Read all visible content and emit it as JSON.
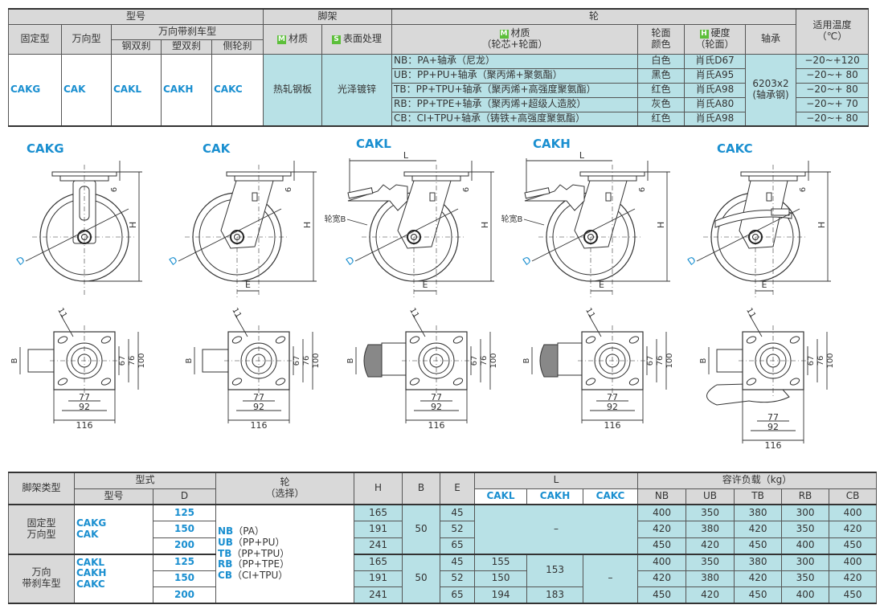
{
  "spec_table": {
    "headers": {
      "model": "型号",
      "bracket": "脚架",
      "wheel": "轮",
      "temp": "适用温度",
      "temp_unit": "（℃）",
      "fixed": "固定型",
      "swivel": "万向型",
      "swivel_brake": "万向带刹车型",
      "steel_double": "钢双刹",
      "plastic_double": "塑双刹",
      "side_brake": "侧轮刹",
      "material_badge": "M",
      "material": "材质",
      "surface_badge": "S",
      "surface": "表面处理",
      "wheel_material": "材质",
      "wheel_material_sub": "（轮芯+轮面）",
      "tread_color_1": "轮面",
      "tread_color_2": "颜色",
      "hardness_badge": "H",
      "hardness": "硬度",
      "hardness_sub": "（轮面）",
      "bearing": "轴承"
    },
    "models": [
      "CAKG",
      "CAK",
      "CAKL",
      "CAKH",
      "CAKC"
    ],
    "bracket_material": "热轧钢板",
    "bracket_surface": "光泽镀锌",
    "bearing_1": "6203x2",
    "bearing_2": "(轴承钢)",
    "wheels": [
      {
        "material": "NB：PA+轴承（尼龙）",
        "color": "白色",
        "hardness": "肖氏D67",
        "temp": "−20~+120"
      },
      {
        "material": "UB：PP+PU+轴承（聚丙烯+聚氨酯）",
        "color": "黑色",
        "hardness": "肖氏A95",
        "temp": "−20~+ 80"
      },
      {
        "material": "TB：PP+TPU+轴承（聚丙烯+高强度聚氨酯）",
        "color": "红色",
        "hardness": "肖氏A98",
        "temp": "−20~+ 80"
      },
      {
        "material": "RB：PP+TPE+轴承（聚丙烯+超级人造胶）",
        "color": "灰色",
        "hardness": "肖氏A80",
        "temp": "−20~+ 70"
      },
      {
        "material": "CB：CI+TPU+轴承（铸铁+高强度聚氨酯）",
        "color": "红色",
        "hardness": "肖氏A98",
        "temp": "−20~+ 80"
      }
    ]
  },
  "drawings": {
    "models": [
      "CAKG",
      "CAK",
      "CAKL",
      "CAKH",
      "CAKC"
    ],
    "dims": {
      "D": "D",
      "H": "H",
      "E": "E",
      "L": "L",
      "six": "6",
      "wheel_width": "轮宽B",
      "hole": "11",
      "B": "B",
      "d67": "67",
      "d76": "76",
      "d100": "100",
      "d77": "77",
      "d92": "92",
      "d116": "116"
    }
  },
  "size_table": {
    "headers": {
      "bracket_type": "脚架类型",
      "form": "型式",
      "model": "型号",
      "D": "D",
      "wheel": "轮",
      "wheel_sub": "（选择）",
      "H": "H",
      "B": "B",
      "E": "E",
      "L": "L",
      "L_models": [
        "CAKL",
        "CAKH",
        "CAKC"
      ],
      "load": "容许负载（kg）",
      "load_types": [
        "NB",
        "UB",
        "TB",
        "RB",
        "CB"
      ]
    },
    "wheel_options": [
      {
        "code": "NB",
        "desc": "（PA）"
      },
      {
        "code": "UB",
        "desc": "（PP+PU）"
      },
      {
        "code": "TB",
        "desc": "（PP+TPU）"
      },
      {
        "code": "RB",
        "desc": "（PP+TPE）"
      },
      {
        "code": "CB",
        "desc": "（CI+TPU）"
      }
    ],
    "groups": [
      {
        "type_1": "固定型",
        "type_2": "万向型",
        "models": [
          "CAKG",
          "CAK"
        ],
        "B": "50",
        "L_merged": "–",
        "rows": [
          {
            "D": "125",
            "H": "165",
            "E": "45",
            "loads": [
              "400",
              "350",
              "380",
              "300",
              "400"
            ]
          },
          {
            "D": "150",
            "H": "191",
            "E": "52",
            "loads": [
              "420",
              "380",
              "420",
              "350",
              "420"
            ]
          },
          {
            "D": "200",
            "H": "241",
            "E": "65",
            "loads": [
              "450",
              "420",
              "450",
              "400",
              "450"
            ]
          }
        ]
      },
      {
        "type_1": "万向",
        "type_2": "带刹车型",
        "models": [
          "CAKL",
          "CAKH",
          "CAKC"
        ],
        "B": "50",
        "L_CAKH_1": "153",
        "L_CAKH_2": "183",
        "L_CAKC": "–",
        "rows": [
          {
            "D": "125",
            "H": "165",
            "E": "45",
            "L_CAKL": "155",
            "loads": [
              "400",
              "350",
              "380",
              "300",
              "400"
            ]
          },
          {
            "D": "150",
            "H": "191",
            "E": "52",
            "L_CAKL": "150",
            "loads": [
              "420",
              "380",
              "420",
              "350",
              "420"
            ]
          },
          {
            "D": "200",
            "H": "241",
            "E": "65",
            "L_CAKL": "194",
            "loads": [
              "450",
              "420",
              "450",
              "400",
              "450"
            ]
          }
        ]
      }
    ]
  },
  "colors": {
    "accent_blue": "#1a8fd0",
    "cyan_fill": "#b8e1e6",
    "header_gray": "#d9d9d9",
    "badge_green": "#5cbf3a"
  }
}
